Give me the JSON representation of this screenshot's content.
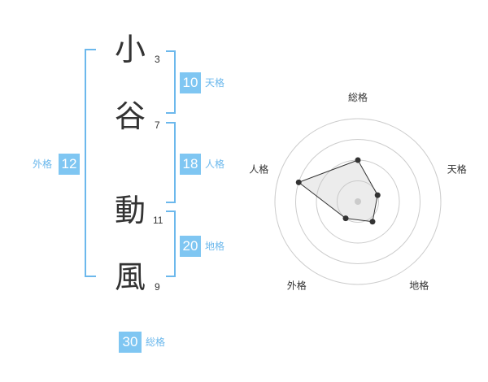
{
  "name_chars": [
    {
      "char": "小",
      "strokes": "3"
    },
    {
      "char": "谷",
      "strokes": "7"
    },
    {
      "char": "動",
      "strokes": "11"
    },
    {
      "char": "風",
      "strokes": "9"
    }
  ],
  "fortunes": {
    "tenkaku": {
      "value": "10",
      "label": "天格"
    },
    "jinkaku": {
      "value": "18",
      "label": "人格"
    },
    "chikaku": {
      "value": "20",
      "label": "地格"
    },
    "gaikaku": {
      "value": "12",
      "label": "外格"
    },
    "soukaku": {
      "value": "30",
      "label": "総格"
    }
  },
  "colors": {
    "accent": "#7fc6f2",
    "bracket": "#6cb8ec"
  },
  "chart_data": {
    "type": "radar",
    "axes": [
      "総格",
      "天格",
      "地格",
      "外格",
      "人格"
    ],
    "values": [
      0.5,
      0.25,
      0.3,
      0.25,
      0.75
    ],
    "rings": 4,
    "range": [
      0,
      1
    ]
  }
}
